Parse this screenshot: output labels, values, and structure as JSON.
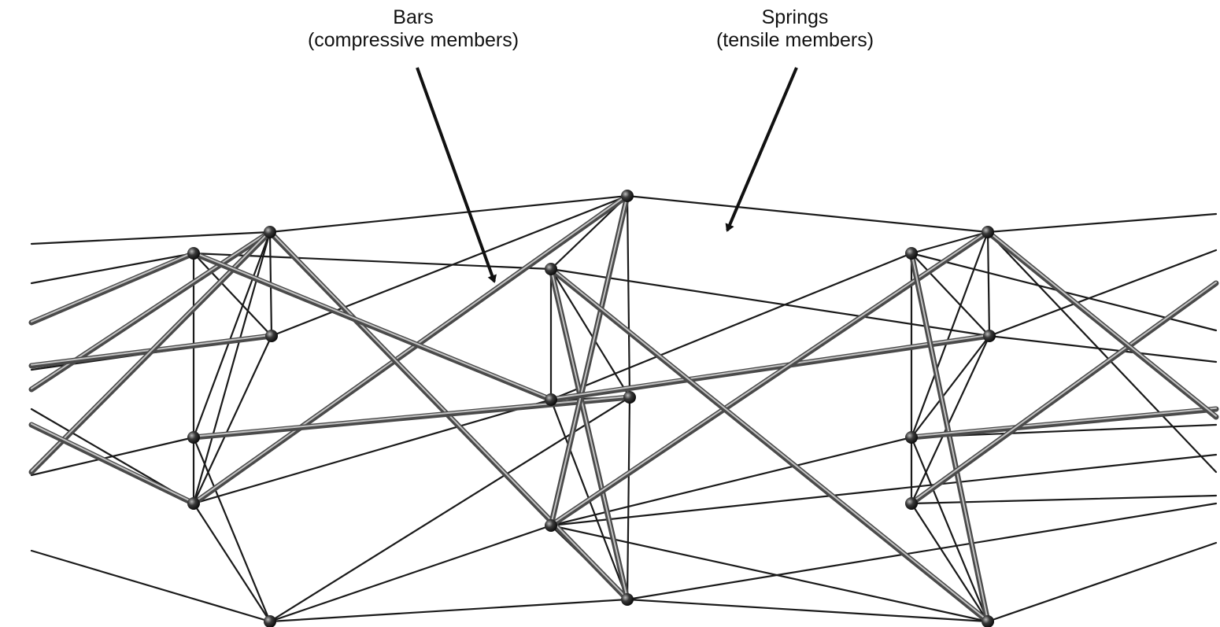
{
  "annotations": {
    "bars": {
      "title": "Bars",
      "subtitle": "(compressive members)"
    },
    "springs": {
      "title": "Springs",
      "subtitle": "(tensile members)"
    }
  },
  "legend_items": [
    {
      "member": "bar",
      "role": "compressive",
      "style": "thick gray cylinder"
    },
    {
      "member": "spring",
      "role": "tensile",
      "style": "thin dark line"
    }
  ],
  "colors": {
    "background": "#ffffff",
    "bar_dark": "#4a4a4a",
    "bar_highlight": "#d8d8d8",
    "spring": "#1a1a1a",
    "node": "#2a2a2a",
    "text": "#111111"
  }
}
